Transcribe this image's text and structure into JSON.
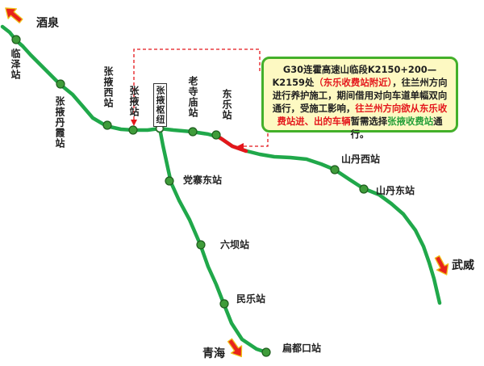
{
  "destinations": {
    "jiuquan": "酒泉",
    "wuwei": "武威",
    "qinghai": "青海"
  },
  "stations": {
    "linze": "临泽站",
    "zhangye_danxia": "张掖丹霞站",
    "zhangye_west": "张掖西站",
    "zhangye": "张掖站",
    "zhangye_hub": "张掖枢纽",
    "laosimiao": "老寺庙站",
    "dongle": "东乐站",
    "shandan_west": "山丹西站",
    "shandan_east": "山丹东站",
    "dangzhai_east": "党寨东站",
    "liuba": "六坝站",
    "minle": "民乐站",
    "biandukou": "扁都口站"
  },
  "notice": {
    "part1": "G30连霍高速山临段K2150+200—K2159处",
    "part2": "（东乐收费站附近）",
    "part3": "，往兰州方向进行养护施工，期间借用对向车道单幅双向通行，受施工影响，",
    "part4": "往兰州方向欲从东乐收费站进、出的车辆",
    "part5": "暂需选择",
    "part6": "张掖收费站",
    "part7": "通行。"
  },
  "colors": {
    "road": "#20a84a",
    "construction": "#e4161b",
    "station_fill": "#3f9c3a",
    "station_stroke": "#1e5d1e",
    "arrow_fill": "#e8231b",
    "arrow_stroke": "#f0c21a",
    "notice_bg": "#fdf9c2",
    "notice_border": "#43b02a",
    "dash": "#e4161b"
  },
  "icons": {
    "station": "station-dot-icon",
    "hub": "hub-ring-icon",
    "direction": "direction-arrow-icon"
  }
}
